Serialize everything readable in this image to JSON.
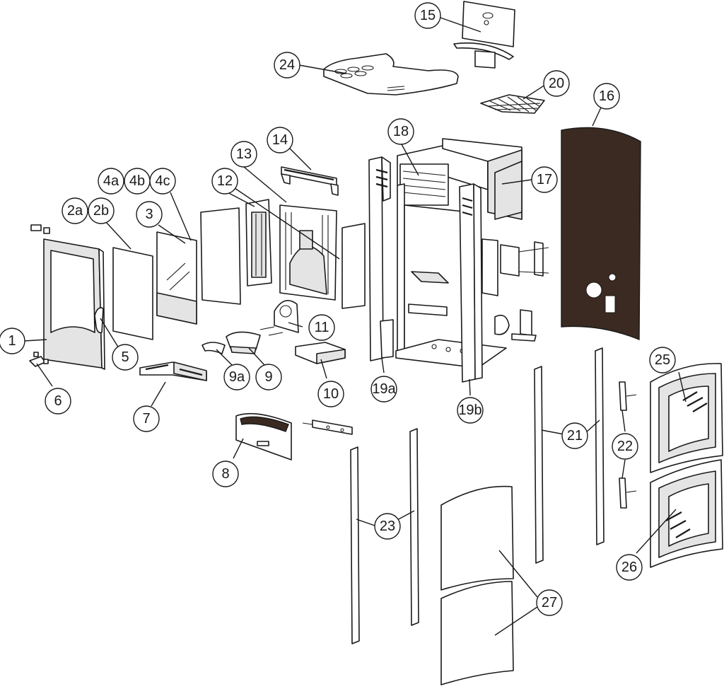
{
  "diagram": {
    "callouts": [
      {
        "id": "c15",
        "label": "15"
      },
      {
        "id": "c24",
        "label": "24"
      },
      {
        "id": "c20",
        "label": "20"
      },
      {
        "id": "c16",
        "label": "16"
      },
      {
        "id": "c14",
        "label": "14"
      },
      {
        "id": "c18",
        "label": "18"
      },
      {
        "id": "c13",
        "label": "13"
      },
      {
        "id": "c4a",
        "label": "4a"
      },
      {
        "id": "c4b",
        "label": "4b"
      },
      {
        "id": "c4c",
        "label": "4c"
      },
      {
        "id": "c12",
        "label": "12"
      },
      {
        "id": "c17",
        "label": "17"
      },
      {
        "id": "c2a",
        "label": "2a"
      },
      {
        "id": "c2b",
        "label": "2b"
      },
      {
        "id": "c3",
        "label": "3"
      },
      {
        "id": "c11",
        "label": "11"
      },
      {
        "id": "c1",
        "label": "1"
      },
      {
        "id": "c5",
        "label": "5"
      },
      {
        "id": "c9a",
        "label": "9a"
      },
      {
        "id": "c9",
        "label": "9"
      },
      {
        "id": "c6",
        "label": "6"
      },
      {
        "id": "c10",
        "label": "10"
      },
      {
        "id": "c19a",
        "label": "19a"
      },
      {
        "id": "c19b",
        "label": "19b"
      },
      {
        "id": "c25",
        "label": "25"
      },
      {
        "id": "c7",
        "label": "7"
      },
      {
        "id": "c21",
        "label": "21"
      },
      {
        "id": "c22",
        "label": "22"
      },
      {
        "id": "c8",
        "label": "8"
      },
      {
        "id": "c23",
        "label": "23"
      },
      {
        "id": "c26",
        "label": "26"
      },
      {
        "id": "c27",
        "label": "27"
      }
    ],
    "colors": {
      "line": "#1a1a1a",
      "panel_dark": "#3a2a22",
      "background": "#ffffff"
    }
  }
}
